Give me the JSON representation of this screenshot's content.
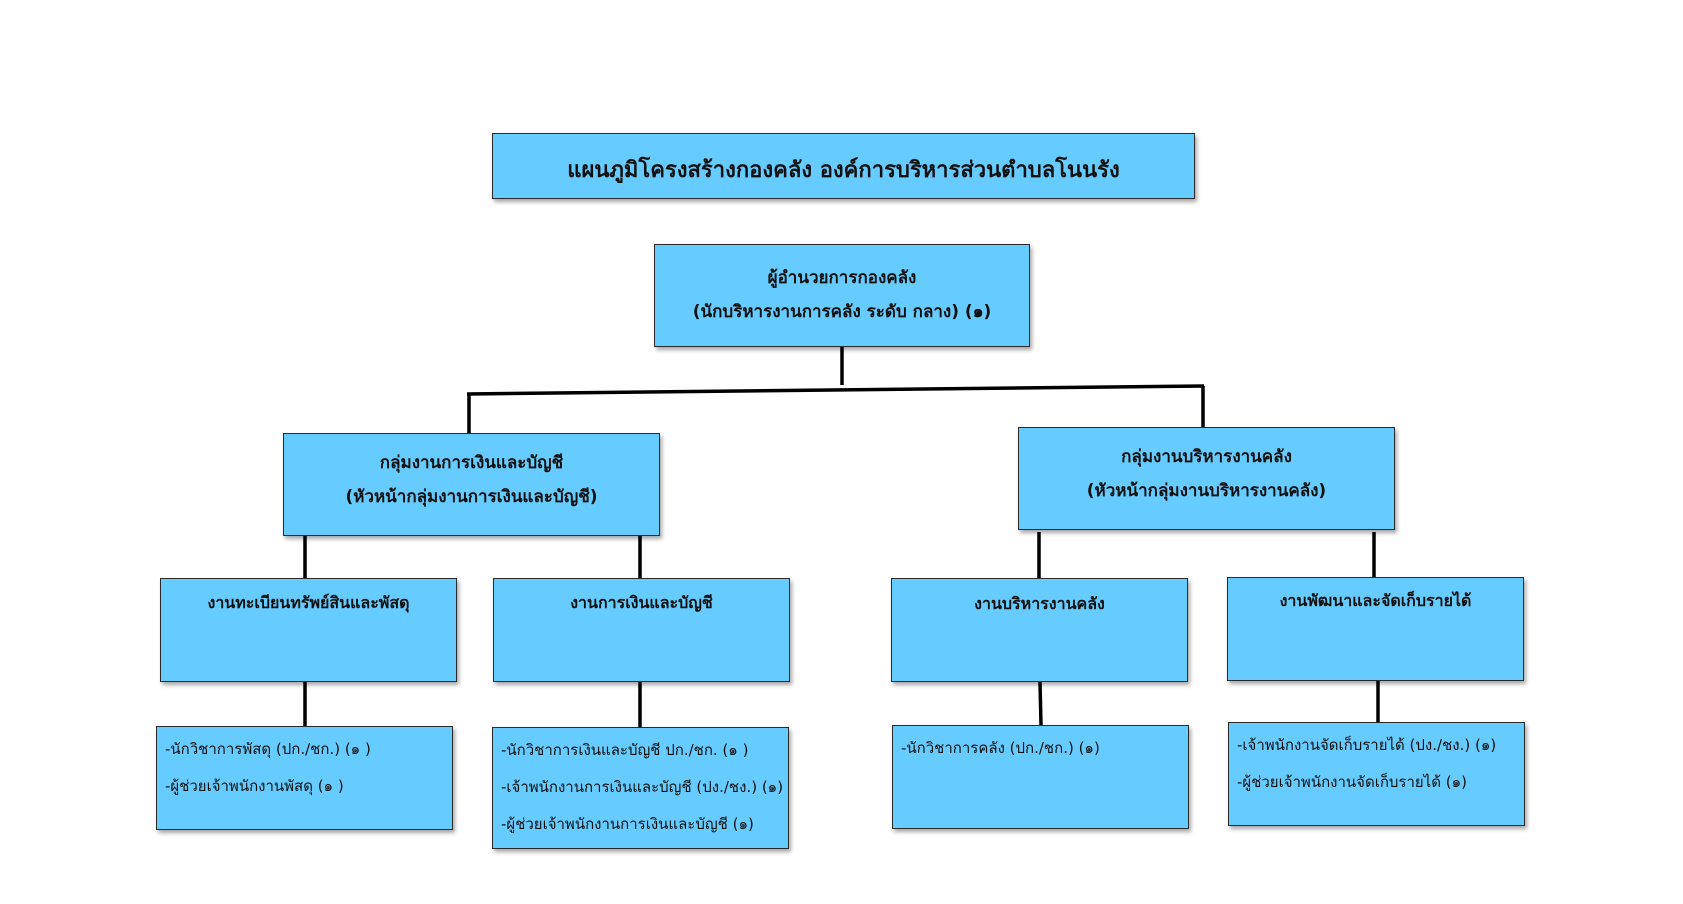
{
  "title": "แผนภูมิโครงสร้างกองคลัง องค์การบริหารส่วนตำบลโนนรัง",
  "director": {
    "line1": "ผู้อำนวยการกองคลัง",
    "line2": "(นักบริหารงานการคลัง ระดับ กลาง) (๑)"
  },
  "groups": [
    {
      "line1": "กลุ่มงานการเงินและบัญชี",
      "line2": "(หัวหน้ากลุ่มงานการเงินและบัญชี)"
    },
    {
      "line1": "กลุ่มงานบริหารงานคลัง",
      "line2": "(หัวหน้ากลุ่มงานบริหารงานคลัง)"
    }
  ],
  "units": [
    {
      "label": "งานทะเบียนทรัพย์สินและพัสดุ",
      "staff": [
        "-นักวิชาการพัสดุ (ปก./ชก.) (๑ )",
        "-ผู้ช่วยเจ้าพนักงานพัสดุ (๑ )"
      ]
    },
    {
      "label": "งานการเงินและบัญชี",
      "staff": [
        "-นักวิชาการเงินและบัญชี ปก./ชก. (๑ )",
        "-เจ้าพนักงานการเงินและบัญชี (ปง./ชง.) (๑)",
        "-ผู้ช่วยเจ้าพนักงานการเงินและบัญชี (๑)"
      ]
    },
    {
      "label": "งานบริหารงานคลัง",
      "staff": [
        "-นักวิชาการคลัง (ปก./ชก.) (๑)"
      ]
    },
    {
      "label": "งานพัฒนาและจัดเก็บรายได้",
      "staff": [
        "-เจ้าพนักงานจัดเก็บรายได้ (ปง./ชง.) (๑)",
        "-ผู้ช่วยเจ้าพนักงานจัดเก็บรายได้ (๑)"
      ]
    }
  ]
}
